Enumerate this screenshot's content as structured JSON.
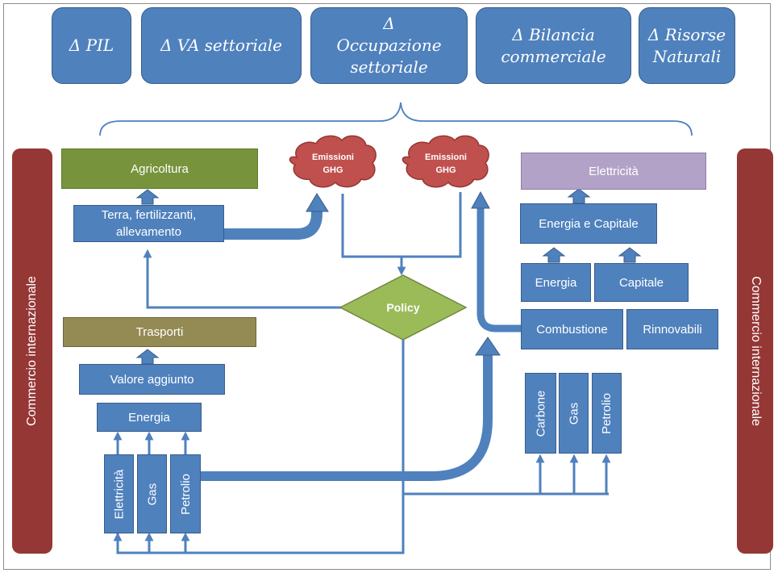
{
  "indicators": [
    "Δ PIL",
    "Δ VA settoriale",
    "Δ Occupazione settoriale",
    "Δ Bilancia commerciale",
    "Δ Risorse Naturali"
  ],
  "side_left": "Commercio internazionale",
  "side_right": "Commercio internazionale",
  "emissions_left": [
    "Emissioni",
    "GHG"
  ],
  "emissions_right": [
    "Emissioni",
    "GHG"
  ],
  "policy": "Policy",
  "agriculture": {
    "sector": "Agricoltura",
    "inputs": "Terra, fertilizzanti, allevamento"
  },
  "transport": {
    "sector": "Trasporti",
    "value_added": "Valore aggiunto",
    "energy": "Energia",
    "fuels": [
      "Elettricità",
      "Gas",
      "Petrolio"
    ]
  },
  "electricity": {
    "sector": "Elettricità",
    "energy_capital": "Energia e Capitale",
    "energy": "Energia",
    "capital": "Capitale",
    "combustion": "Combustione",
    "renewables": "Rinnovabili",
    "fuels": [
      "Carbone",
      "Gas",
      "Petrolio"
    ]
  },
  "colors": {
    "blue": "#4f81bd",
    "agriculture": "#77933c",
    "transport": "#948a54",
    "electricity": "#b3a2c7",
    "trade": "#953735",
    "emissions": "#c0504d",
    "policy": "#9bbb59"
  }
}
